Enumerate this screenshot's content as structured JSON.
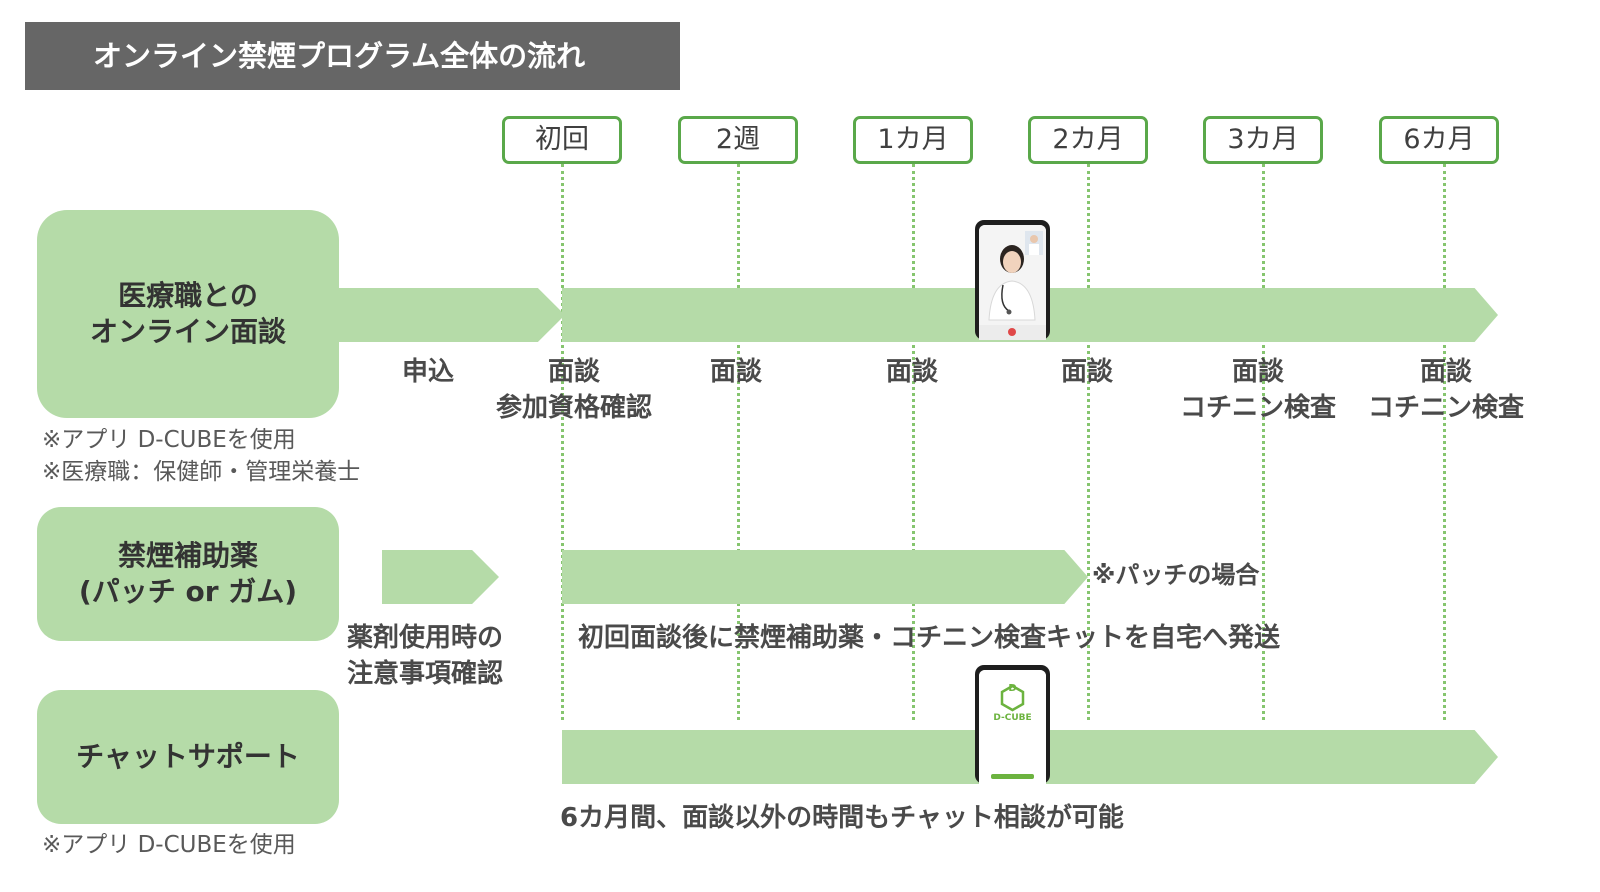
{
  "title": "オンライン禁煙プログラム全体の流れ",
  "timepoints": [
    "初回",
    "2週",
    "1カ月",
    "2カ月",
    "3カ月",
    "6カ月"
  ],
  "rows": {
    "consult": {
      "label_lines": [
        "医療職との",
        "オンライン面談"
      ],
      "labels": {
        "apply": "申込",
        "tp0_a": "面談",
        "tp0_b": "参加資格確認",
        "tp1": "面談",
        "tp2": "面談",
        "tp3": "面談",
        "tp4_a": "面談",
        "tp4_b": "コチニン検査",
        "tp5_a": "面談",
        "tp5_b": "コチニン検査"
      },
      "notes": [
        "※アプリ D-CUBEを使用",
        "※医療職：保健師・管理栄養士"
      ]
    },
    "medicine": {
      "label_lines": [
        "禁煙補助薬",
        "(パッチ or ガム)"
      ],
      "patch_note": "※パッチの場合",
      "precaution_lines": [
        "薬剤使用時の",
        "注意事項確認"
      ],
      "shipping": "初回面談後に禁煙補助薬・コチニン検査キットを自宅へ発送"
    },
    "chat": {
      "label_lines": [
        "チャットサポート"
      ],
      "caption": "6カ月間、面談以外の時間もチャット相談が可能",
      "notes": [
        "※アプリ D-CUBEを使用"
      ]
    }
  },
  "app_logo": {
    "letter": "D",
    "name": "D-CUBE"
  },
  "colors": {
    "title_bg": "#666666",
    "box_border": "#5aa84a",
    "arrow_fill": "#b5dba8",
    "dotted": "#86c56f"
  }
}
